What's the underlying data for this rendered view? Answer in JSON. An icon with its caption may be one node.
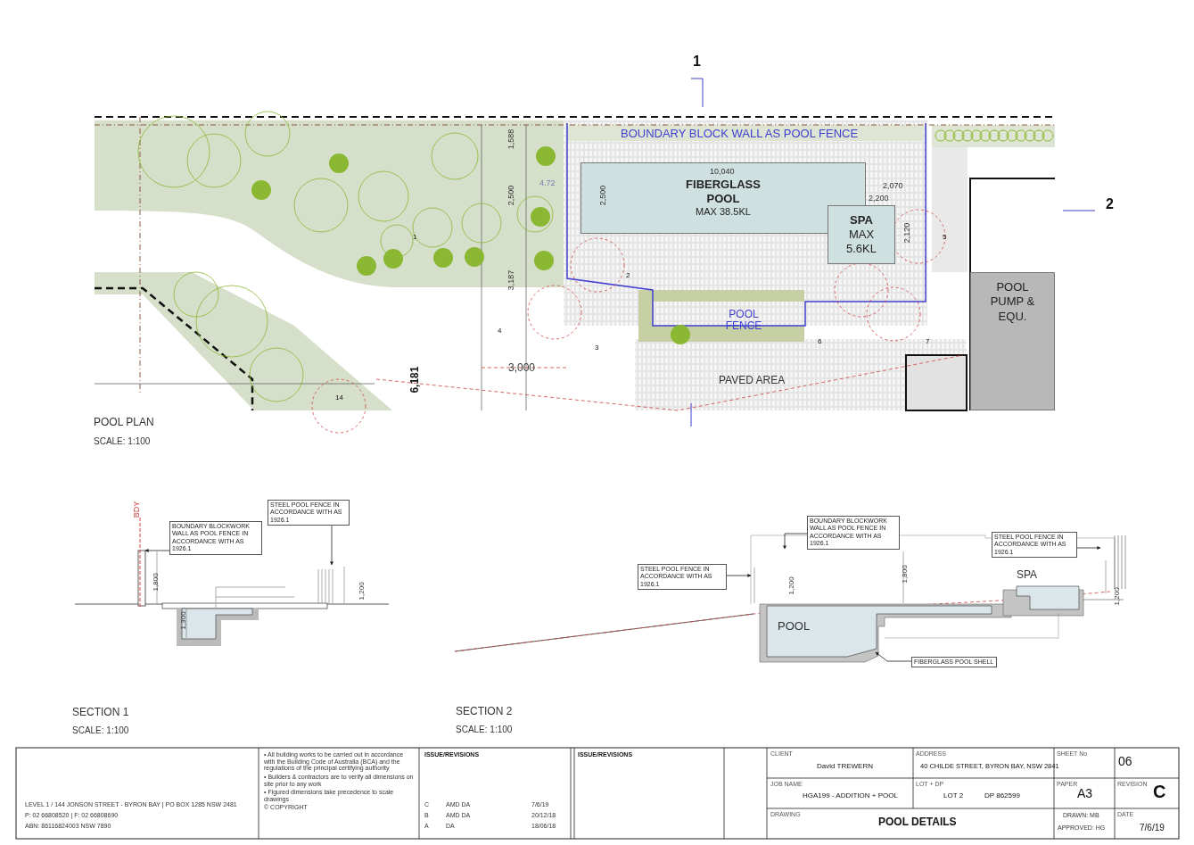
{
  "diagram": {
    "nodes": [
      {
        "text": [
          "FIBERGLASS POOL",
          "MAX 38.5KL"
        ]
      },
      {
        "text": [
          "SPA",
          "MAX 5.6KL"
        ]
      },
      {
        "text": [
          "POOL PUMP & EQU."
        ]
      },
      {
        "text": [
          "BOUNDARY BLOCKWORK WALL AS POOL FENCE IN ACCORDANCE WITH AS 1926.1"
        ]
      },
      {
        "text": [
          "STEEL POOL FENCE IN ACCORDANCE WITH AS 1926.1"
        ]
      },
      {
        "text": [
          "BOUNDARY BLOCKWORK WALL AS POOL FENCE IN ACCORDANCE WITH AS 1926.1"
        ]
      },
      {
        "text": [
          "STEEL POOL FENCE IN ACCORDANCE WITH AS 1926.1"
        ]
      },
      {
        "text": [
          "STEEL POOL FENCE IN ACCORDANCE WITH AS 1926.1"
        ]
      },
      {
        "text": [
          "FIBERGLASS POOL SHELL"
        ]
      }
    ],
    "edges": [
      {
        "from": 3,
        "to": null,
        "arrow": "to"
      },
      {
        "from": 4,
        "to": null,
        "arrow": "to"
      },
      {
        "from": 5,
        "to": null,
        "arrow": "to"
      },
      {
        "from": 6,
        "to": null,
        "arrow": "to"
      },
      {
        "from": 7,
        "to": null,
        "arrow": "to"
      },
      {
        "from": 8,
        "to": null,
        "arrow": "to"
      }
    ],
    "labels": [
      "1",
      "2",
      "BOUNDARY BLOCK WALL AS POOL FENCE",
      "10,040",
      "2,500",
      "2,070",
      "2,200",
      "2,120",
      "1,588",
      "2,500",
      "3,187",
      "4.72",
      "3,000",
      "6,181",
      "POOL FENCE",
      "PAVED AREA",
      "POOL PLAN",
      "SCALE: 1:100",
      "1",
      "2",
      "3",
      "4",
      "5",
      "6",
      "7",
      "14",
      "BDY",
      "1,800",
      "1,200",
      "1,300",
      "SECTION 1",
      "SCALE: 1:100",
      "1,200",
      "1,800",
      "SPA",
      "POOL",
      "1,200",
      "SECTION 2",
      "SCALE: 1:100",
      "LEVEL 1 / 144 JONSON STREET - BYRON BAY | PO BOX 1285 NSW 2481",
      "P: 02 66808520 | F: 02 66808690",
      "ABN: 86116824003 NSW 7890",
      "• All building works to be carried out in accordance with the Building Code of Australia (BCA) and the regulations of the principal certifying authority",
      "• Builders & contractors are to verify all dimensions on site prior to any work",
      "• Figured dimensions take precedence to scale drawings",
      "© COPYRIGHT",
      "ISSUE/REVISIONS",
      "C",
      "AMD DA",
      "7/6/19",
      "B",
      "AMD DA",
      "20/12/18",
      "A",
      "DA",
      "18/06/18",
      "ISSUE/REVISIONS",
      "CLIENT",
      "David TREWERN",
      "ADDRESS",
      "40 CHILDE STREET, BYRON BAY, NSW 2841",
      "SHEET No",
      "06",
      "JOB NAME",
      "HGA199 - ADDITION + POOL",
      "LOT + DP",
      "LOT 2",
      "DP 862599",
      "PAPER",
      "A3",
      "REVISION",
      "C",
      "DRAWING",
      "POOL DETAILS",
      "DRAWN: MB",
      "APPROVED: HG",
      "DATE",
      "7/6/19"
    ]
  }
}
